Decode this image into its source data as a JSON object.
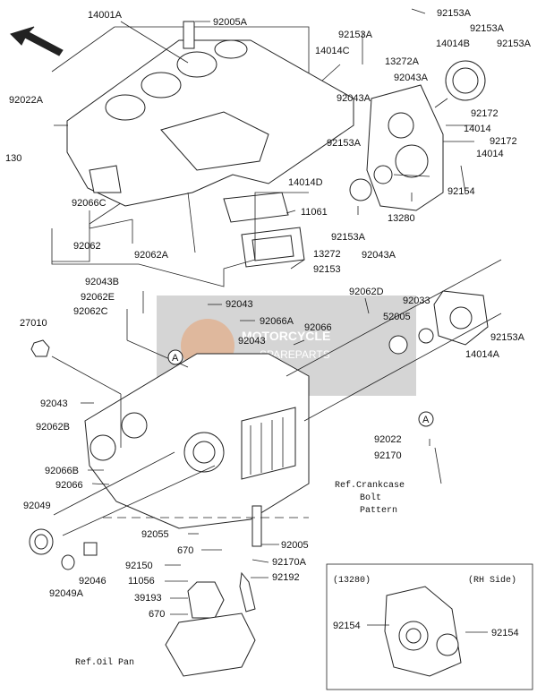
{
  "callouts": {
    "c14001A": "14001A",
    "c92005A": "92005A",
    "c92153A_1": "92153A",
    "c92153A_2": "92153A",
    "c92153A_3": "92153A",
    "c92153A_4": "92153A",
    "c92153A_5": "92153A",
    "c92153A_6": "92153A",
    "c14014C": "14014C",
    "c13272A": "13272A",
    "c14014B": "14014B",
    "c92043A_1": "92043A",
    "c92043A_2": "92043A",
    "c92043A_3": "92043A",
    "c92022A": "92022A",
    "c130": "130",
    "c92172_1": "92172",
    "c92172_2": "92172",
    "c14014_1": "14014",
    "c14014_2": "14014",
    "c14014D": "14014D",
    "c92154_top": "92154",
    "c92066C": "92066C",
    "c11061": "11061",
    "c13280": "13280",
    "c92062": "92062",
    "c13272": "13272",
    "c92062A": "92062A",
    "c92153": "92153",
    "c92043B": "92043B",
    "c92062E": "92062E",
    "c92062C": "92062C",
    "c92043_1": "92043",
    "c92066A": "92066A",
    "c92043_2": "92043",
    "c92062D": "92062D",
    "c92033": "92033",
    "c52005": "52005",
    "c27010": "27010",
    "c92066": "92066",
    "c14014A": "14014A",
    "c92043_3": "92043",
    "c92062B": "92062B",
    "c92022": "92022",
    "c92170": "92170",
    "c92066B": "92066B",
    "c92066_2": "92066",
    "c92049": "92049",
    "c92055": "92055",
    "c92005": "92005",
    "c670_1": "670",
    "c92170A": "92170A",
    "c92150": "92150",
    "c11056": "11056",
    "c92192": "92192",
    "c39193": "39193",
    "c670_2": "670",
    "c92046": "92046",
    "c92049A": "92049A",
    "c92154_l": "92154",
    "c92154_r": "92154"
  },
  "markers": {
    "a1": "A",
    "a2": "A"
  },
  "refs": {
    "crankcase_1": "Ref.Crankcase",
    "crankcase_2": "Bolt",
    "crankcase_3": "Pattern",
    "oil_pan": "Ref.Oil Pan"
  },
  "inset": {
    "title_left": "(13280)",
    "title_right": "(RH Side)"
  },
  "watermark": {
    "line1": "MOTORCYCLE",
    "line2": "SPAREPARTS"
  }
}
